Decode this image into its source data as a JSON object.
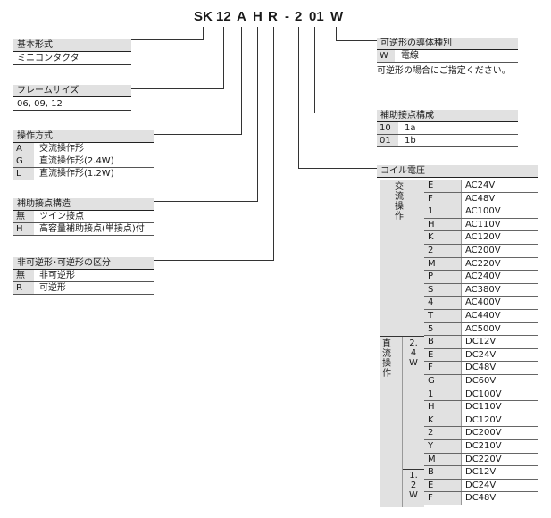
{
  "code": {
    "sk": "SK",
    "size": "12",
    "op": "A",
    "aux": "H",
    "rev": "R",
    "dash": "-",
    "two": "2",
    "auxcfg": "01",
    "wire": "W"
  },
  "left": {
    "basic": {
      "title": "基本形式",
      "text": "ミニコンタクタ"
    },
    "frame": {
      "title": "フレームサイズ",
      "text": "06, 09, 12"
    },
    "operation": {
      "title": "操作方式",
      "rows": [
        {
          "key": "A",
          "value": "交流操作形"
        },
        {
          "key": "G",
          "value": "直流操作形(2.4W)"
        },
        {
          "key": "L",
          "value": "直流操作形(1.2W)"
        }
      ]
    },
    "aux_structure": {
      "title": "補助接点構造",
      "rows": [
        {
          "key": "無",
          "value": "ツイン接点"
        },
        {
          "key": "H",
          "value": "高容量補助接点(単接点)付"
        }
      ]
    },
    "reversible": {
      "title": "非可逆形･可逆形の区分",
      "rows": [
        {
          "key": "無",
          "value": "非可逆形"
        },
        {
          "key": "R",
          "value": "可逆形"
        }
      ]
    }
  },
  "right": {
    "wire": {
      "title": "可逆形の導体種別",
      "rows": [
        {
          "key": "W",
          "value": "電線"
        }
      ],
      "note": "可逆形の場合にご指定ください。"
    },
    "aux_config": {
      "title": "補助接点構成",
      "rows": [
        {
          "key": "10",
          "value": "1a"
        },
        {
          "key": "01",
          "value": "1b"
        }
      ]
    },
    "coil": {
      "title": "コイル電圧",
      "ac_label": "交流操作",
      "dc_label": "直流操作",
      "dc24_label": "2.4W",
      "dc12_label": "1.2W",
      "ac": [
        [
          "E",
          "AC24V"
        ],
        [
          "F",
          "AC48V"
        ],
        [
          "1",
          "AC100V"
        ],
        [
          "H",
          "AC110V"
        ],
        [
          "K",
          "AC120V"
        ],
        [
          "2",
          "AC200V"
        ],
        [
          "M",
          "AC220V"
        ],
        [
          "P",
          "AC240V"
        ],
        [
          "S",
          "AC380V"
        ],
        [
          "4",
          "AC400V"
        ],
        [
          "T",
          "AC440V"
        ],
        [
          "5",
          "AC500V"
        ]
      ],
      "dc24": [
        [
          "B",
          "DC12V"
        ],
        [
          "E",
          "DC24V"
        ],
        [
          "F",
          "DC48V"
        ],
        [
          "G",
          "DC60V"
        ],
        [
          "1",
          "DC100V"
        ],
        [
          "H",
          "DC110V"
        ],
        [
          "K",
          "DC120V"
        ],
        [
          "2",
          "DC200V"
        ],
        [
          "Y",
          "DC210V"
        ],
        [
          "M",
          "DC220V"
        ]
      ],
      "dc12": [
        [
          "B",
          "DC12V"
        ],
        [
          "E",
          "DC24V"
        ],
        [
          "F",
          "DC48V"
        ]
      ]
    }
  }
}
